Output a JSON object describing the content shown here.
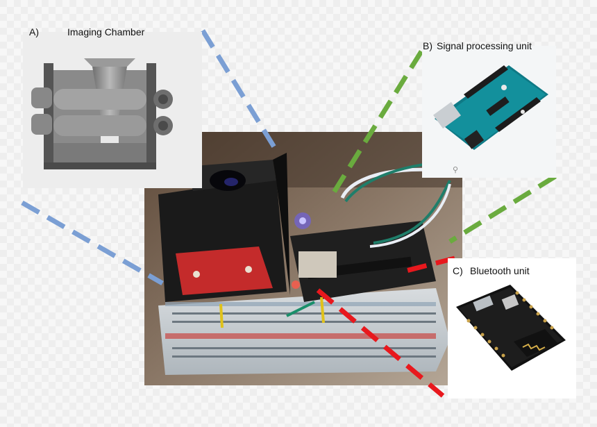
{
  "panels": {
    "a": {
      "letter": "A)",
      "title": "Imaging Chamber"
    },
    "b": {
      "letter": "B)",
      "title": "Signal processing unit"
    },
    "c": {
      "letter": "C)",
      "title": "Bluetooth unit"
    }
  },
  "colors": {
    "background": "#f6f6f6",
    "line_a": "#7b9fd4",
    "line_b": "#6aab3e",
    "line_c": "#e8181d"
  },
  "icons": [
    "zoom-icon"
  ]
}
